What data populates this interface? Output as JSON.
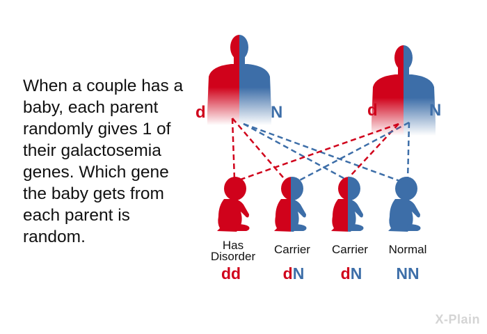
{
  "explanation": "When a couple has a baby, each parent randomly gives 1 of their galactosemia genes. Which gene the baby gets from each parent is random.",
  "colors": {
    "disorder": "#d0021b",
    "normal": "#3d6ea8",
    "text": "#111111",
    "logo": "#d4d4d4"
  },
  "parents": [
    {
      "left_allele": "d",
      "right_allele": "N"
    },
    {
      "left_allele": "d",
      "right_allele": "N"
    }
  ],
  "children": [
    {
      "label_line1": "Has",
      "label_line2": "Disorder",
      "genotype_first": "d",
      "genotype_second": "d"
    },
    {
      "label_line1": "Carrier",
      "label_line2": "",
      "genotype_first": "d",
      "genotype_second": "N"
    },
    {
      "label_line1": "Carrier",
      "label_line2": "",
      "genotype_first": "d",
      "genotype_second": "N"
    },
    {
      "label_line1": "Normal",
      "label_line2": "",
      "genotype_first": "N",
      "genotype_second": "N"
    }
  ],
  "logo_text": "X-Plain"
}
